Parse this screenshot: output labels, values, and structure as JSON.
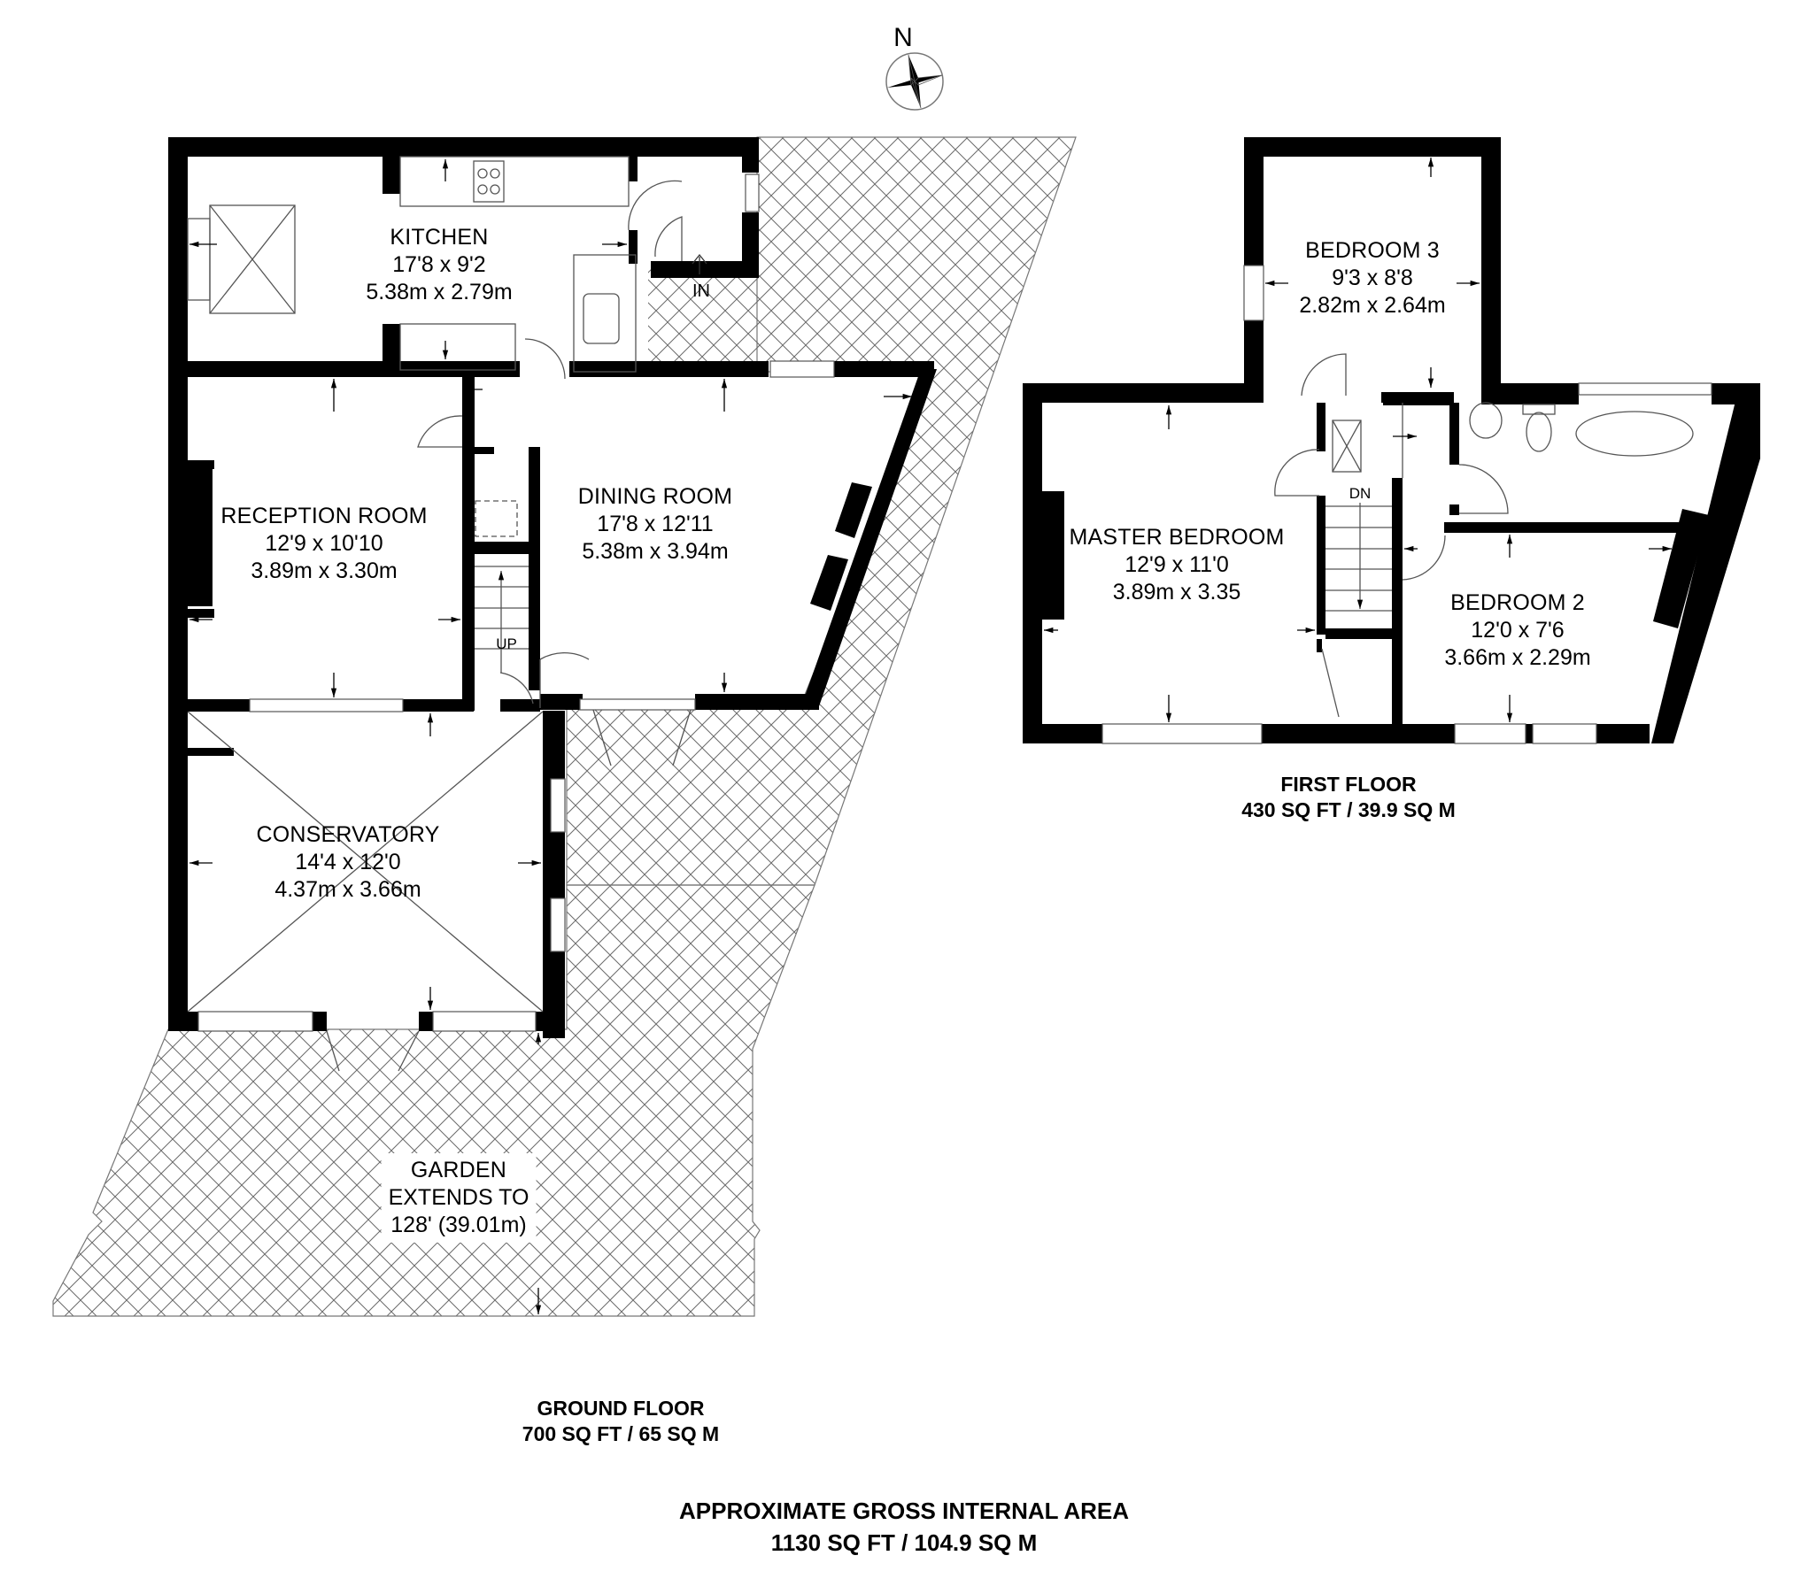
{
  "compass": {
    "label": "N",
    "icon": "compass-rose-icon"
  },
  "ground_floor": {
    "caption_title": "GROUND FLOOR",
    "caption_area": "700 SQ FT / 65 SQ M",
    "rooms": [
      {
        "name": "KITCHEN",
        "imperial": "17'8 x 9'2",
        "metric": "5.38m x 2.79m"
      },
      {
        "name": "RECEPTION ROOM",
        "imperial": "12'9 x 10'10",
        "metric": "3.89m x 3.30m"
      },
      {
        "name": "DINING ROOM",
        "imperial": "17'8 x 12'11",
        "metric": "5.38m x 3.94m"
      },
      {
        "name": "CONSERVATORY",
        "imperial": "14'4 x 12'0",
        "metric": "4.37m x 3.66m"
      }
    ],
    "garden": {
      "line1": "GARDEN",
      "line2": "EXTENDS TO",
      "line3": "128' (39.01m)"
    },
    "entrance_label": "IN",
    "stairs_label": "UP"
  },
  "first_floor": {
    "caption_title": "FIRST FLOOR",
    "caption_area": "430 SQ FT / 39.9 SQ M",
    "rooms": [
      {
        "name": "BEDROOM 3",
        "imperial": "9'3 x 8'8",
        "metric": "2.82m x 2.64m"
      },
      {
        "name": "MASTER BEDROOM",
        "imperial": "12'9 x 11'0",
        "metric": "3.89m x 3.35"
      },
      {
        "name": "BEDROOM 2",
        "imperial": "12'0 x 7'6",
        "metric": "3.66m x 2.29m"
      }
    ],
    "stairs_label": "DN"
  },
  "total": {
    "title": "APPROXIMATE GROSS INTERNAL AREA",
    "area": "1130 SQ FT / 104.9 SQ M"
  },
  "colors": {
    "wall": "#000000",
    "line": "#555555",
    "hatch": "#666666",
    "background": "#ffffff"
  }
}
